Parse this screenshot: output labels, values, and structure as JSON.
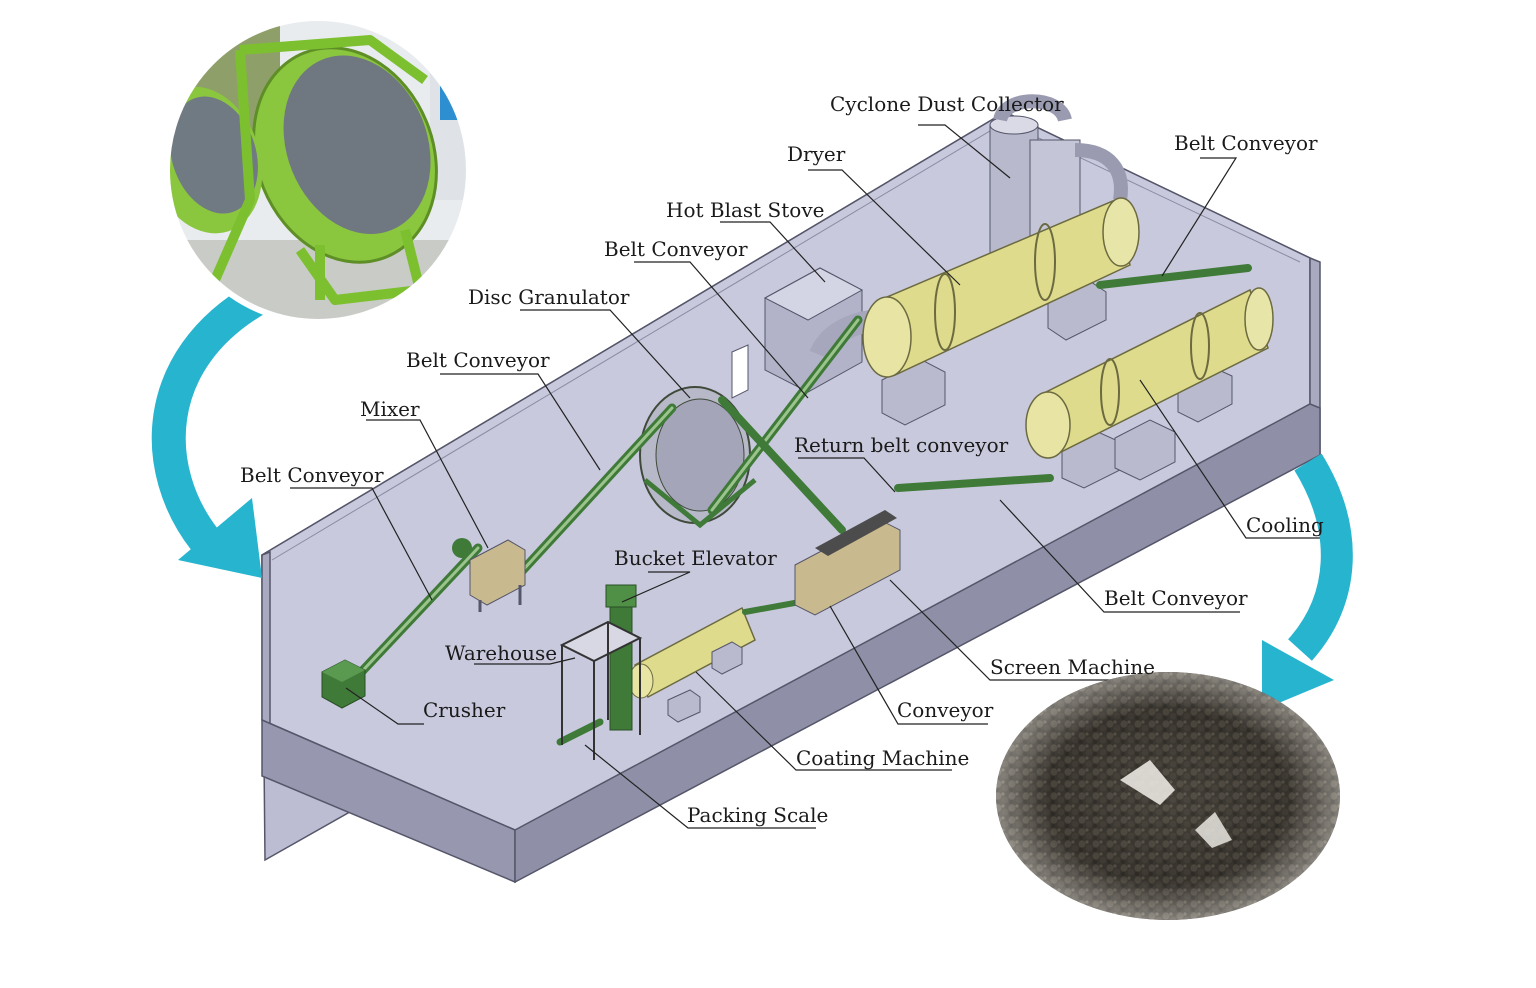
{
  "colors": {
    "floor": "#c8c9dd",
    "wall_front": "#9798b0",
    "wall_side": "#a9aac0",
    "wall_back": "#bcbdd2",
    "machine_yellow": "#dedb8c",
    "machine_green": "#3f7a38",
    "arrow_cyan": "#27b4cf",
    "leader": "#222222"
  },
  "labels": {
    "cyclone_dust_collector": "Cyclone Dust Collector",
    "dryer": "Dryer",
    "belt_conveyor_top_right": "Belt Conveyor",
    "hot_blast_stove": "Hot Blast Stove",
    "belt_conveyor_upper": "Belt Conveyor",
    "disc_granulator": "Disc Granulator",
    "belt_conveyor_mid": "Belt Conveyor",
    "mixer": "Mixer",
    "belt_conveyor_left": "Belt Conveyor",
    "return_belt_conveyor": "Return belt conveyor",
    "bucket_elevator": "Bucket Elevator",
    "warehouse": "Warehouse",
    "crusher": "Crusher",
    "cooling": "Cooling",
    "belt_conveyor_right": "Belt Conveyor",
    "screen_machine": "Screen Machine",
    "conveyor": "Conveyor",
    "coating_machine": "Coating Machine",
    "packing_scale": "Packing Scale"
  },
  "icons": {
    "photo_disc_granulator": "disc-granulator-photo",
    "photo_pellets": "fertilizer-pellets-photo",
    "arrow_left": "flow-arrow-icon",
    "arrow_right": "flow-arrow-icon"
  }
}
